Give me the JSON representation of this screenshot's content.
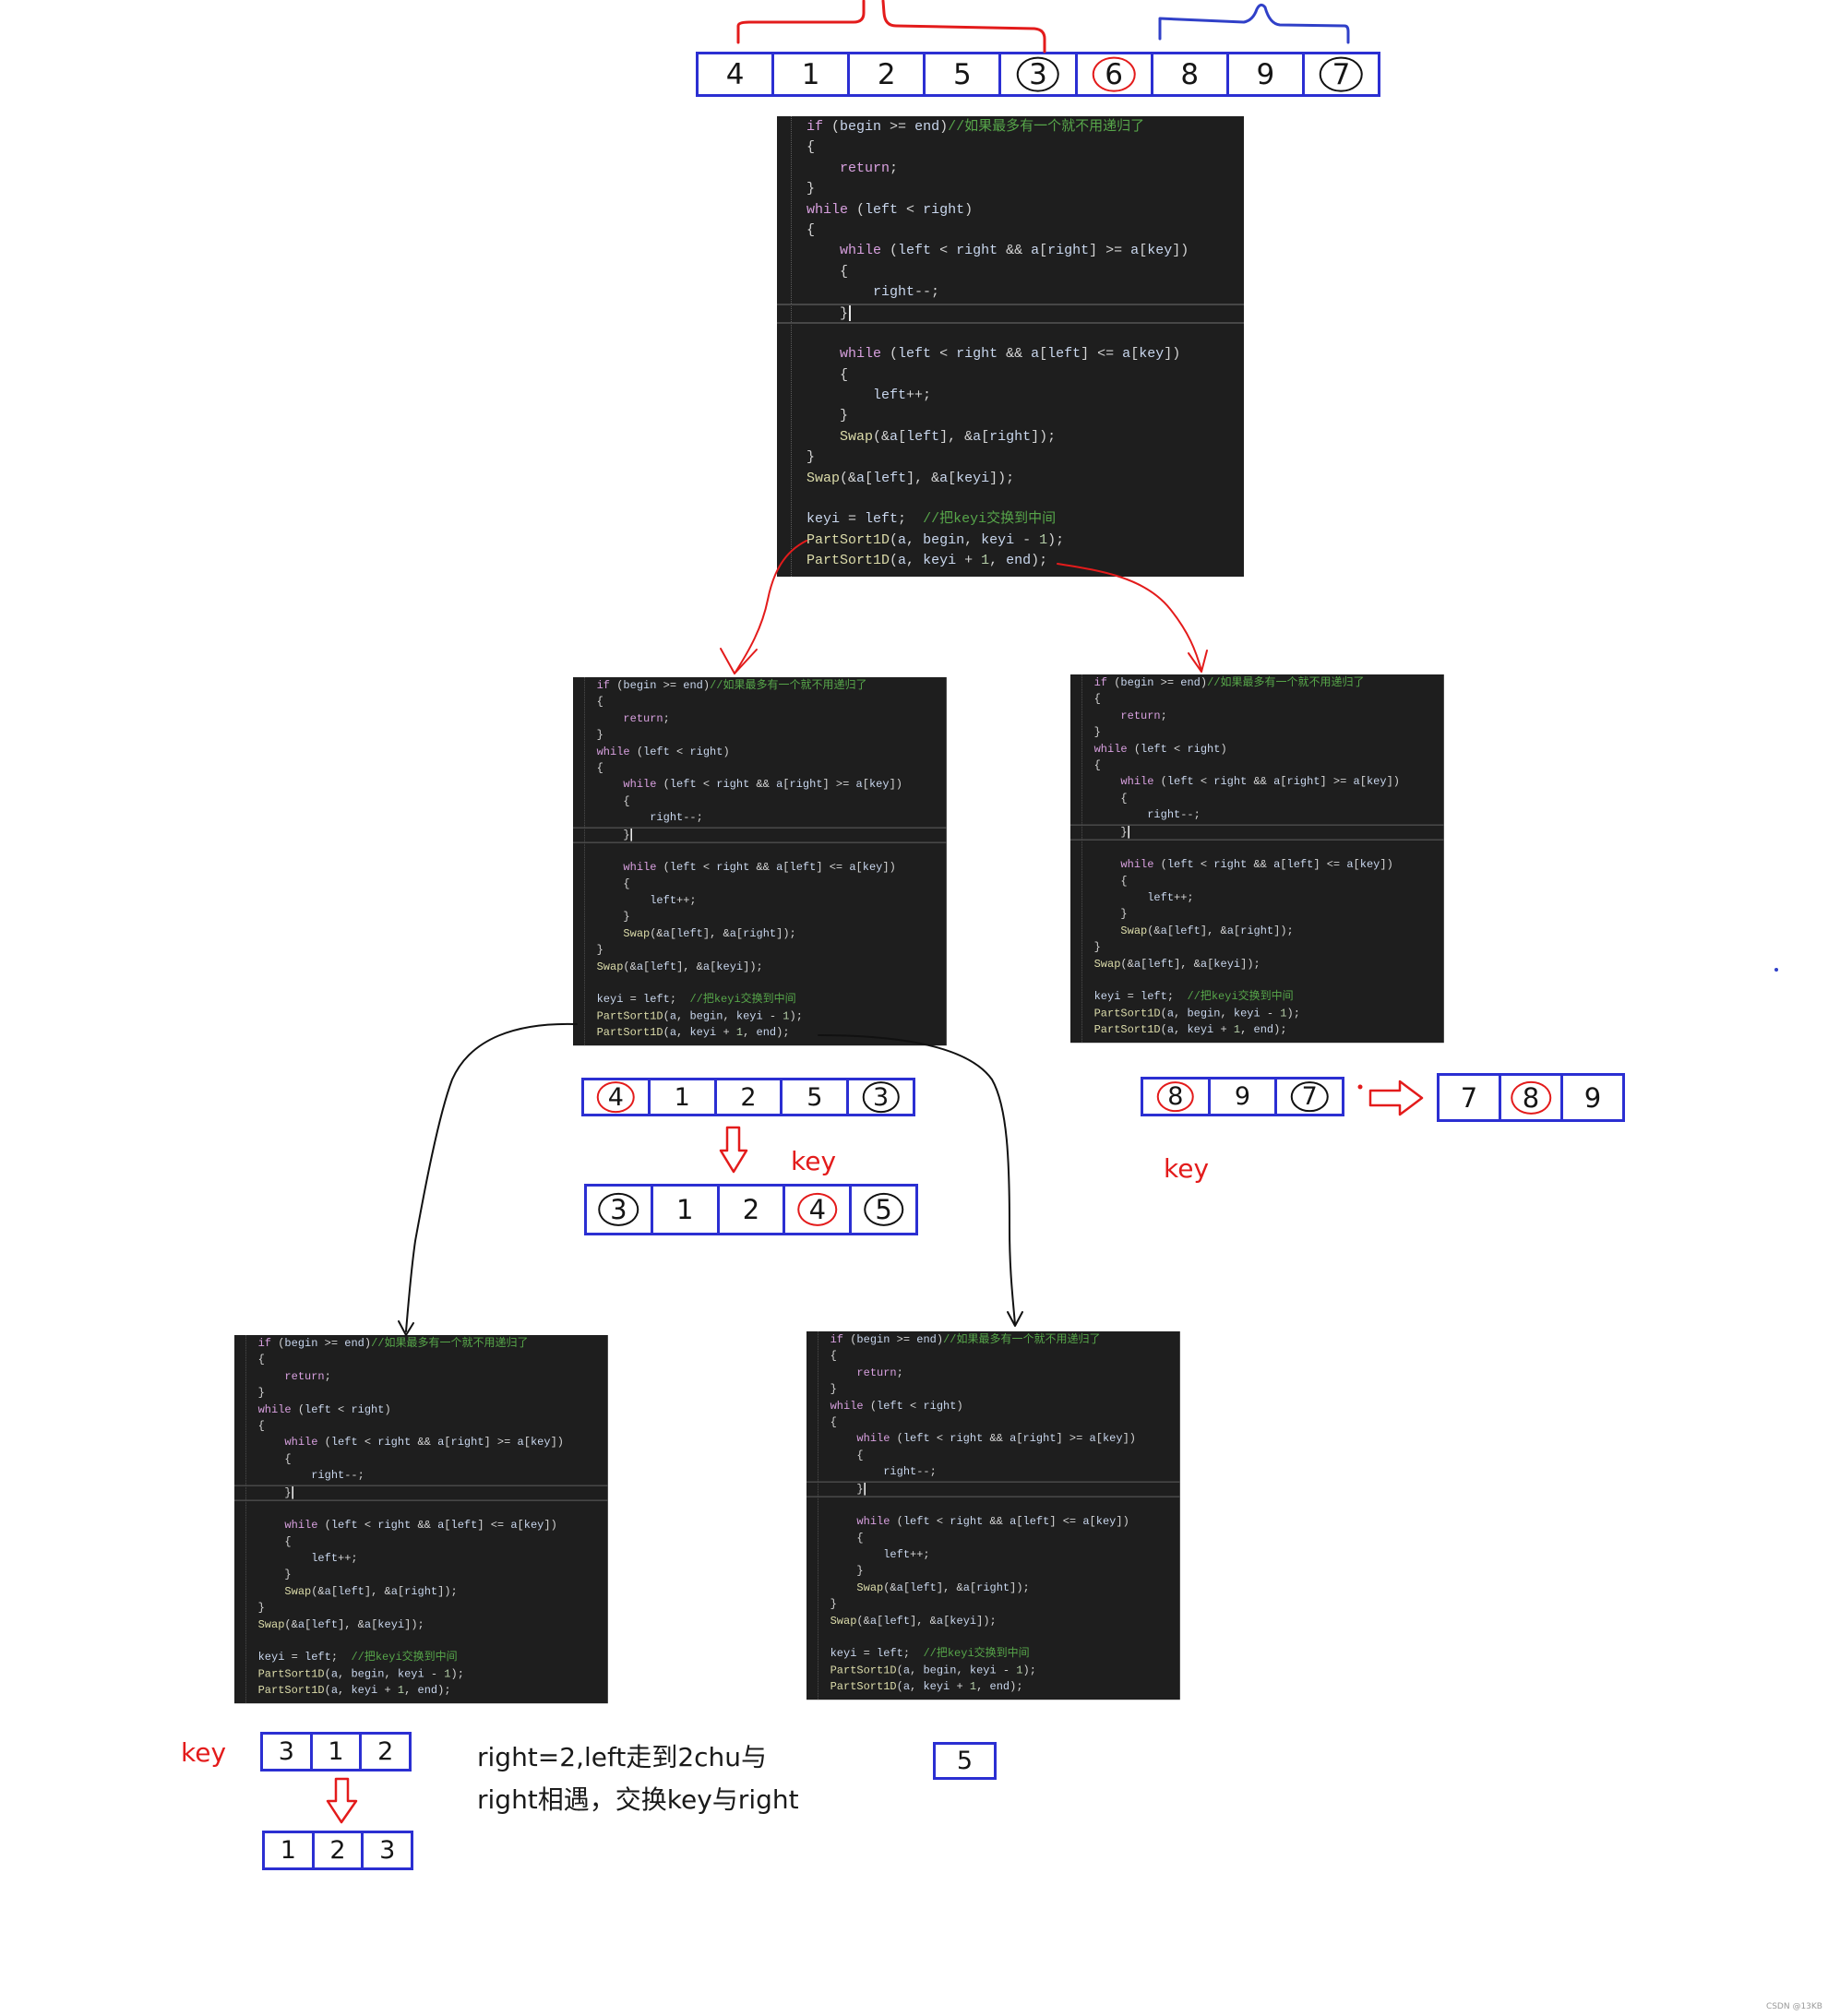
{
  "colors": {
    "highlight_red": "#e31b1b",
    "array_border": "#2b2fd2",
    "bracket_blue": "#3040c8",
    "mark_black": "#111111",
    "code_background": "#1e1e1e"
  },
  "code": {
    "lines": [
      "if (begin >= end)//如果最多有一个就不用递归了",
      "{",
      "    return;",
      "}",
      "while (left < right)",
      "{",
      "    while (left < right && a[right] >= a[key])",
      "    {",
      "        right--;",
      "    }",
      "",
      "    while (left < right && a[left] <= a[key])",
      "    {",
      "        left++;",
      "    }",
      "    Swap(&a[left], &a[right]);",
      "}",
      "Swap(&a[left], &a[keyi]);",
      "",
      "keyi = left;  //把keyi交换到中间",
      "PartSort1D(a, begin, keyi - 1);",
      "PartSort1D(a, keyi + 1, end);"
    ],
    "current_line": 9
  },
  "arrays": {
    "root": [
      {
        "value": "4"
      },
      {
        "value": "1"
      },
      {
        "value": "2"
      },
      {
        "value": "5"
      },
      {
        "value": "3",
        "mark": "black"
      },
      {
        "value": "6",
        "mark": "red"
      },
      {
        "value": "8"
      },
      {
        "value": "9"
      },
      {
        "value": "7",
        "mark": "black"
      }
    ],
    "left_before": [
      {
        "value": "4",
        "mark": "red"
      },
      {
        "value": "1"
      },
      {
        "value": "2"
      },
      {
        "value": "5"
      },
      {
        "value": "3",
        "mark": "black"
      }
    ],
    "left_after": [
      {
        "value": "3",
        "mark": "black"
      },
      {
        "value": "1"
      },
      {
        "value": "2"
      },
      {
        "value": "4",
        "mark": "red"
      },
      {
        "value": "5",
        "mark": "black"
      }
    ],
    "right_before": [
      {
        "value": "8",
        "mark": "red"
      },
      {
        "value": "9"
      },
      {
        "value": "7",
        "mark": "black"
      }
    ],
    "right_after": [
      {
        "value": "7"
      },
      {
        "value": "8",
        "mark": "red"
      },
      {
        "value": "9"
      }
    ],
    "left_left_before": [
      {
        "value": "3"
      },
      {
        "value": "1"
      },
      {
        "value": "2"
      }
    ],
    "left_left_after": [
      {
        "value": "1"
      },
      {
        "value": "2"
      },
      {
        "value": "3"
      }
    ],
    "right_leaf": [
      {
        "value": "5"
      }
    ]
  },
  "labels": {
    "key_left": "key",
    "key_right": "key",
    "key_left_left": "key"
  },
  "annotation": {
    "line1": "right=2,left走到2chu与",
    "line2": "right相遇，交换key与right"
  },
  "watermark": "CSDN @13KB"
}
